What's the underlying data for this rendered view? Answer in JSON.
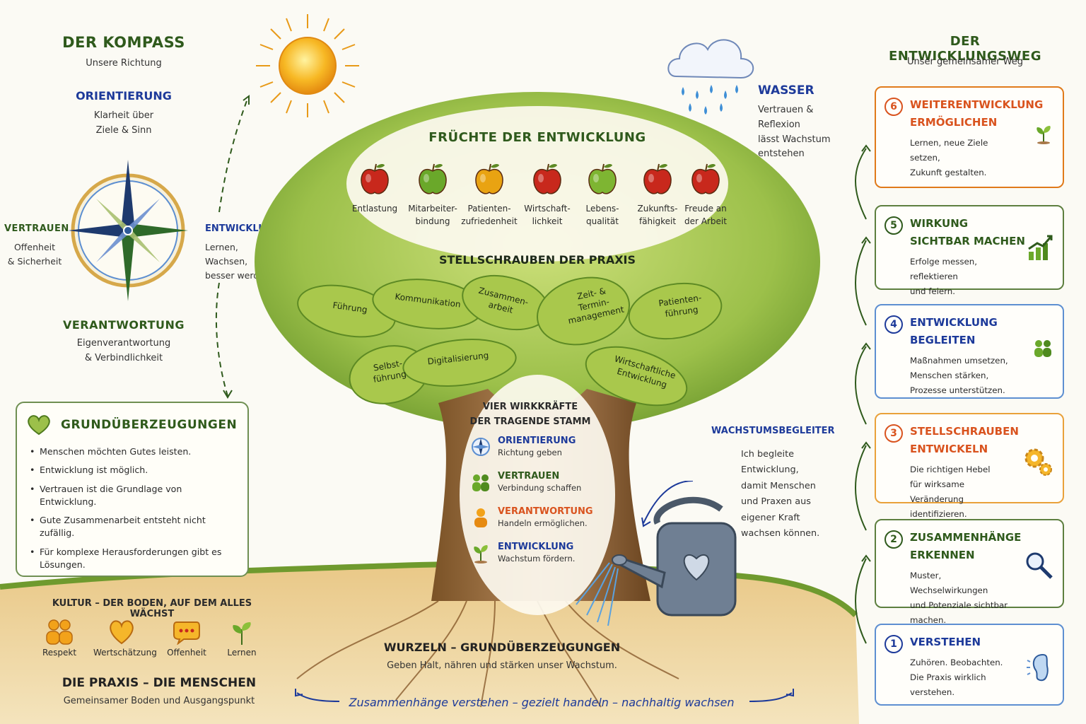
{
  "compass": {
    "title": "DER KOMPASS",
    "subtitle": "Unsere Richtung",
    "north": {
      "title": "ORIENTIERUNG",
      "line1": "Klarheit über",
      "line2": "Ziele & Sinn"
    },
    "west": {
      "title": "VERTRAUEN",
      "line1": "Offenheit",
      "line2": "& Sicherheit"
    },
    "east": {
      "title": "ENTWICKLUNG",
      "line1": "Lernen,",
      "line2": "Wachsen,",
      "line3": "besser werden"
    },
    "south": {
      "title": "VERANTWORTUNG",
      "line1": "Eigenverantwortung",
      "line2": "& Verbindlichkeit"
    }
  },
  "beliefs": {
    "title": "GRUNDÜBERZEUGUNGEN",
    "items": [
      "Menschen möchten Gutes leisten.",
      "Entwicklung ist möglich.",
      "Vertrauen ist die Grundlage von Entwicklung.",
      "Gute Zusammenarbeit entsteht nicht zufällig.",
      "Für komplexe Herausforderungen gibt es Lösungen."
    ]
  },
  "culture": {
    "title": "KULTUR – DER BODEN, AUF DEM ALLES WÄCHST",
    "items": [
      "Respekt",
      "Wertschätzung",
      "Offenheit",
      "Lernen"
    ]
  },
  "praxis": {
    "title": "DIE PRAXIS – DIE MENSCHEN",
    "subtitle": "Gemeinsamer Boden und Ausgangspunkt"
  },
  "fruits": {
    "title": "FRÜCHTE DER ENTWICKLUNG",
    "items": [
      {
        "line1": "Entlastung",
        "line2": "",
        "color": "#c8281c"
      },
      {
        "line1": "Mitarbeiter-",
        "line2": "bindung",
        "color": "#6aa82a"
      },
      {
        "line1": "Patienten-",
        "line2": "zufriedenheit",
        "color": "#e9a312"
      },
      {
        "line1": "Wirtschaft-",
        "line2": "lichkeit",
        "color": "#c8281c"
      },
      {
        "line1": "Lebens-",
        "line2": "qualität",
        "color": "#7eb532"
      },
      {
        "line1": "Zukunfts-",
        "line2": "fähigkeit",
        "color": "#c8281c"
      },
      {
        "line1": "Freude an",
        "line2": "der Arbeit",
        "color": "#c8281c"
      }
    ]
  },
  "levers": {
    "title": "STELLSCHRAUBEN DER PRAXIS",
    "items": [
      {
        "line1": "Führung",
        "line2": ""
      },
      {
        "line1": "Kommunikation",
        "line2": ""
      },
      {
        "line1": "Zusammen-",
        "line2": "arbeit"
      },
      {
        "line1": "Zeit- &",
        "line2": "Termin-",
        "line3": "management"
      },
      {
        "line1": "Patienten-",
        "line2": "führung"
      },
      {
        "line1": "Selbst-",
        "line2": "führung"
      },
      {
        "line1": "Digitalisierung",
        "line2": ""
      },
      {
        "line1": "Wirtschaftliche",
        "line2": "Entwicklung"
      }
    ]
  },
  "forces": {
    "title_line1": "VIER WIRKKRÄFTE",
    "title_line2": "DER TRAGENDE STAMM",
    "items": [
      {
        "title": "ORIENTIERUNG",
        "sub": "Richtung geben",
        "color": "#1d3a9a",
        "icon": "compass-icon"
      },
      {
        "title": "VERTRAUEN",
        "sub": "Verbindung schaffen",
        "color": "#2f5a1c",
        "icon": "people-icon"
      },
      {
        "title": "VERANTWORTUNG",
        "sub": "Handeln ermöglichen.",
        "color": "#d9531e",
        "icon": "person-icon"
      },
      {
        "title": "ENTWICKLUNG",
        "sub": "Wachstum fördern.",
        "color": "#1d3a9a",
        "icon": "sprout-icon"
      }
    ]
  },
  "roots": {
    "title": "WURZELN – GRUNDÜBERZEUGUNGEN",
    "subtitle": "Geben Halt, nähren und stärken unser Wachstum."
  },
  "water": {
    "title": "WASSER",
    "line1": "Vertrauen &",
    "line2": "Reflexion",
    "line3": "lässt Wachstum",
    "line4": "entstehen"
  },
  "companion": {
    "title": "WACHSTUMSBEGLEITER",
    "line1": "Ich begleite",
    "line2": "Entwicklung,",
    "line3": "damit Menschen",
    "line4": "und Praxen aus",
    "line5": "eigener Kraft",
    "line6": "wachsen können."
  },
  "journey": {
    "title": "DER ENTWICKLUNGSWEG",
    "subtitle": "Unser gemeinsamer Weg",
    "steps": [
      {
        "num": "6",
        "title1": "WEITERENTWICKLUNG",
        "title2": "ERMÖGLICHEN",
        "d1": "Lernen, neue Ziele setzen,",
        "d2": "Zukunft gestalten.",
        "d3": "",
        "color": "#e07a1a",
        "title_color": "#d9531e",
        "icon": "sprout-icon"
      },
      {
        "num": "5",
        "title1": "WIRKUNG",
        "title2": "SICHTBAR MACHEN",
        "d1": "Erfolge messen, reflektieren",
        "d2": "und feiern.",
        "d3": "",
        "color": "#5d7f3f",
        "title_color": "#2f5a1c",
        "icon": "chart-icon"
      },
      {
        "num": "4",
        "title1": "ENTWICKLUNG",
        "title2": "BEGLEITEN",
        "d1": "Maßnahmen umsetzen,",
        "d2": "Menschen stärken,",
        "d3": "Prozesse unterstützen.",
        "color": "#5d8fd1",
        "title_color": "#1d3a9a",
        "icon": "people-icon"
      },
      {
        "num": "3",
        "title1": "STELLSCHRAUBEN",
        "title2": "ENTWICKELN",
        "d1": "Die richtigen Hebel",
        "d2": "für wirksame Veränderung",
        "d3": "identifizieren.",
        "color": "#e9a13a",
        "title_color": "#d9531e",
        "icon": "gear-icon"
      },
      {
        "num": "2",
        "title1": "ZUSAMMENHÄNGE",
        "title2": "ERKENNEN",
        "d1": "Muster, Wechselwirkungen",
        "d2": "und Potenziale sichtbar",
        "d3": "machen.",
        "color": "#5d7f3f",
        "title_color": "#2f5a1c",
        "icon": "magnifier-icon"
      },
      {
        "num": "1",
        "title1": "VERSTEHEN",
        "title2": "",
        "d1": "Zuhören. Beobachten.",
        "d2": "Die Praxis wirklich",
        "d3": "verstehen.",
        "color": "#5d8fd1",
        "title_color": "#1d3a9a",
        "icon": "ear-icon"
      }
    ]
  },
  "banner": "Zusammenhänge verstehen – gezielt handeln – nachhaltig wachsen"
}
